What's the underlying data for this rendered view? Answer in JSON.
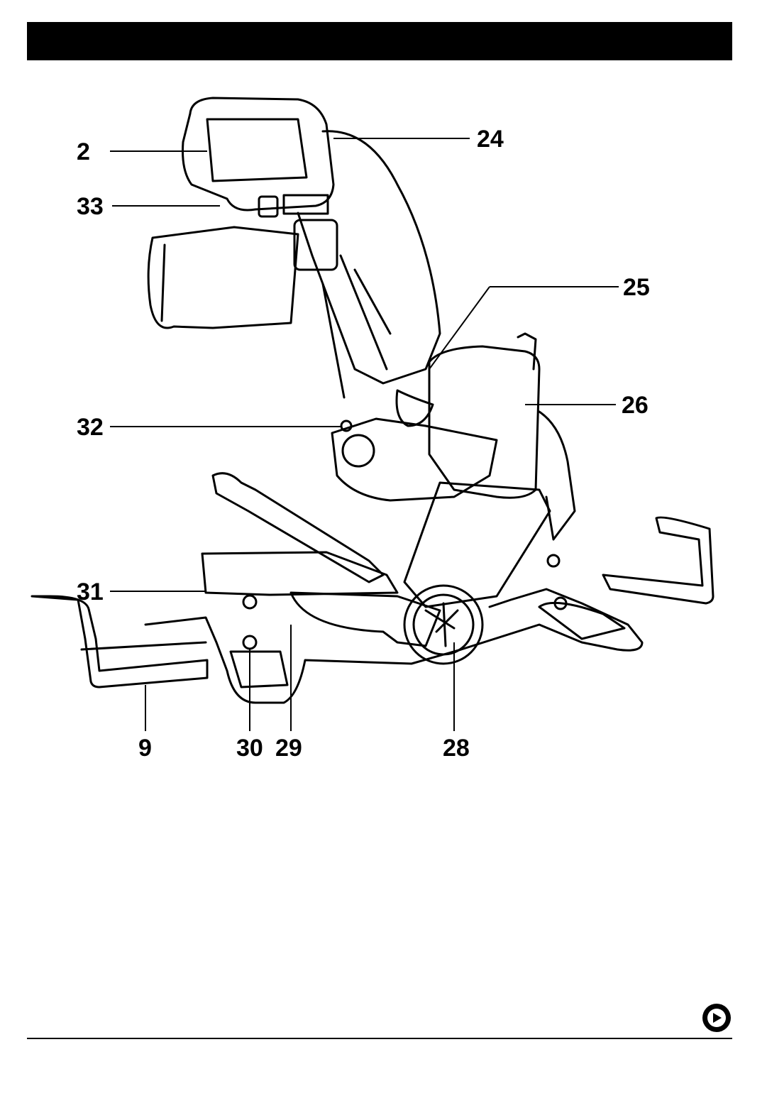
{
  "callouts": {
    "c2": "2",
    "c24": "24",
    "c33": "33",
    "c25": "25",
    "c26": "26",
    "c32": "32",
    "c31": "31",
    "c9": "9",
    "c30": "30",
    "c29": "29",
    "c28": "28"
  },
  "icons": {
    "next": "arrow-right-circle-icon"
  },
  "colors": {
    "ink": "#000000",
    "paper": "#ffffff"
  }
}
